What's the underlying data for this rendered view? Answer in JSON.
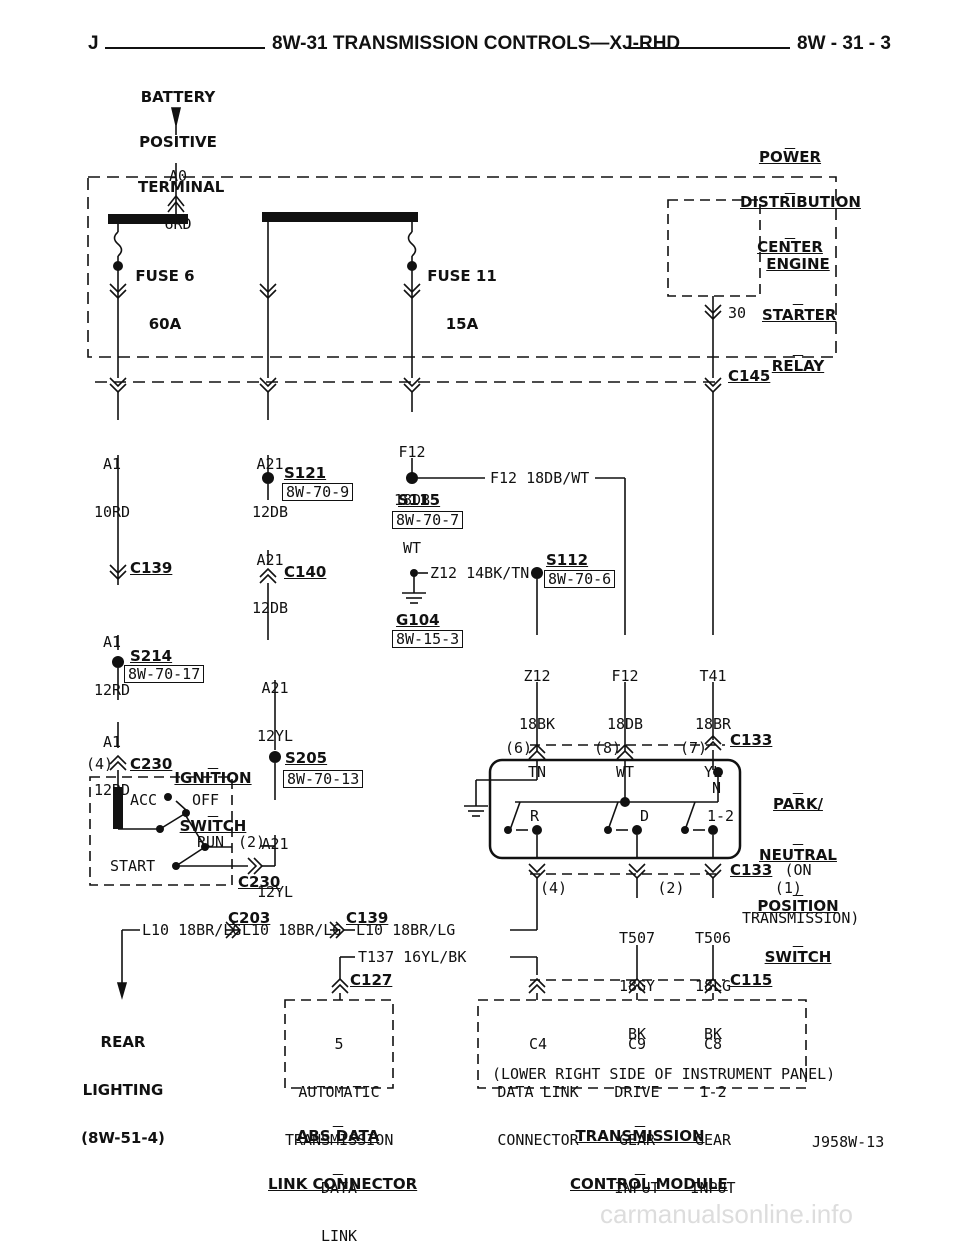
{
  "header": {
    "left_letter": "J",
    "title": "8W-31 TRANSMISSION CONTROLS—XJ-RHD",
    "page_number": "8W - 31 - 3"
  },
  "labels": {
    "battery": [
      "BATTERY",
      "POSITIVE",
      "TERMINAL"
    ],
    "a0": [
      "A0",
      "6RD"
    ],
    "pdc": [
      "POWER",
      "DISTRIBUTION",
      "CENTER"
    ],
    "fuse6": [
      "FUSE 6",
      "60A"
    ],
    "fuse11": [
      "FUSE 11",
      "15A"
    ],
    "relay": [
      "ENGINE",
      "STARTER",
      "RELAY"
    ],
    "relay_pin": "30",
    "c145": "C145",
    "a1_10rd": [
      "A1",
      "10RD"
    ],
    "a21_12db": [
      "A21",
      "12DB"
    ],
    "f12_18db_wt": [
      "F12",
      "18DB",
      "WT"
    ],
    "s121": "S121",
    "ref_8w709": "8W-70-9",
    "s115": "S115",
    "ref_8w707": "8W-70-7",
    "f12_run": "F12 18DB/WT",
    "a21_12db_b": [
      "A21",
      "12DB"
    ],
    "c139": "C139",
    "c140": "C140",
    "z12_run": "Z12 14BK/TN-",
    "s112": "S112",
    "ref_8w706": "8W-70-6",
    "g104": "G104",
    "ref_8w153": "8W-15-3",
    "a1_12rd": [
      "A1",
      "12RD"
    ],
    "s214": "S214",
    "ref_8w7017": "8W-70-17",
    "a21_12yl": [
      "A21",
      "12YL"
    ],
    "z12_18bk": [
      "Z12",
      "18BK",
      "TN"
    ],
    "f12_18db": [
      "F12",
      "18DB",
      "WT"
    ],
    "t41": [
      "T41",
      "18BR",
      "YL"
    ],
    "a1_12rd_b": [
      "A1",
      "12RD"
    ],
    "ign": [
      "IGNITION",
      "SWITCH"
    ],
    "pin4": "(4)",
    "c230": "C230",
    "s205": "S205",
    "ref_8w7013": "8W-70-13",
    "pin6": "(6)",
    "pin8": "(8)",
    "pin7": "(7)",
    "c133": "C133",
    "park": [
      "PARK/",
      "NEUTRAL",
      "POSITION",
      "SWITCH"
    ],
    "park_on": [
      "(ON",
      "TRANSMISSION)"
    ],
    "acc": "ACC",
    "off": "OFF",
    "run": "RUN",
    "pin2": "(2)",
    "start": "START",
    "a21_12yl_b": [
      "A21",
      "12YL"
    ],
    "sw_n": "N",
    "sw_r": "R",
    "sw_d": "D",
    "sw_12": "1-2",
    "pins_bottom": "(4)          (2)          (1)",
    "c133_b": "C133",
    "c230_b": "C230",
    "c203": "C203",
    "c139_b": "C139",
    "l10_run": "L10 18BR/LG",
    "l10_run_b": "L10 18BR/LG",
    "l10_run_c": "L10 18BR/LG",
    "t507": [
      "T507",
      "18GY",
      "BK"
    ],
    "t506": [
      "T506",
      "18LG",
      "BK"
    ],
    "t137": "T137 16YL/BK",
    "c127": "C127",
    "c115": "C115",
    "rear": [
      "REAR",
      "LIGHTING",
      "(8W-51-4)"
    ],
    "abs_box": [
      "5",
      "AUTOMATIC",
      "TRANSMISSION",
      "DATA",
      "LINK"
    ],
    "tcm_c4": [
      "C4",
      "DATA LINK",
      "CONNECTOR"
    ],
    "tcm_c9": [
      "C9",
      "DRIVE",
      "GEAR",
      "INPUT"
    ],
    "tcm_c8": [
      "C8",
      "1-2",
      "GEAR",
      "INPUT"
    ],
    "tcm_note": "(LOWER RIGHT SIDE OF INSTRUMENT PANEL)",
    "abs_title": [
      "ABS DATA",
      "LINK CONNECTOR"
    ],
    "tcm_title": [
      "TRANSMISSION",
      "CONTROL MODULE"
    ],
    "figure_code": "J958W-13",
    "watermark": "carmanualsonline.info"
  }
}
